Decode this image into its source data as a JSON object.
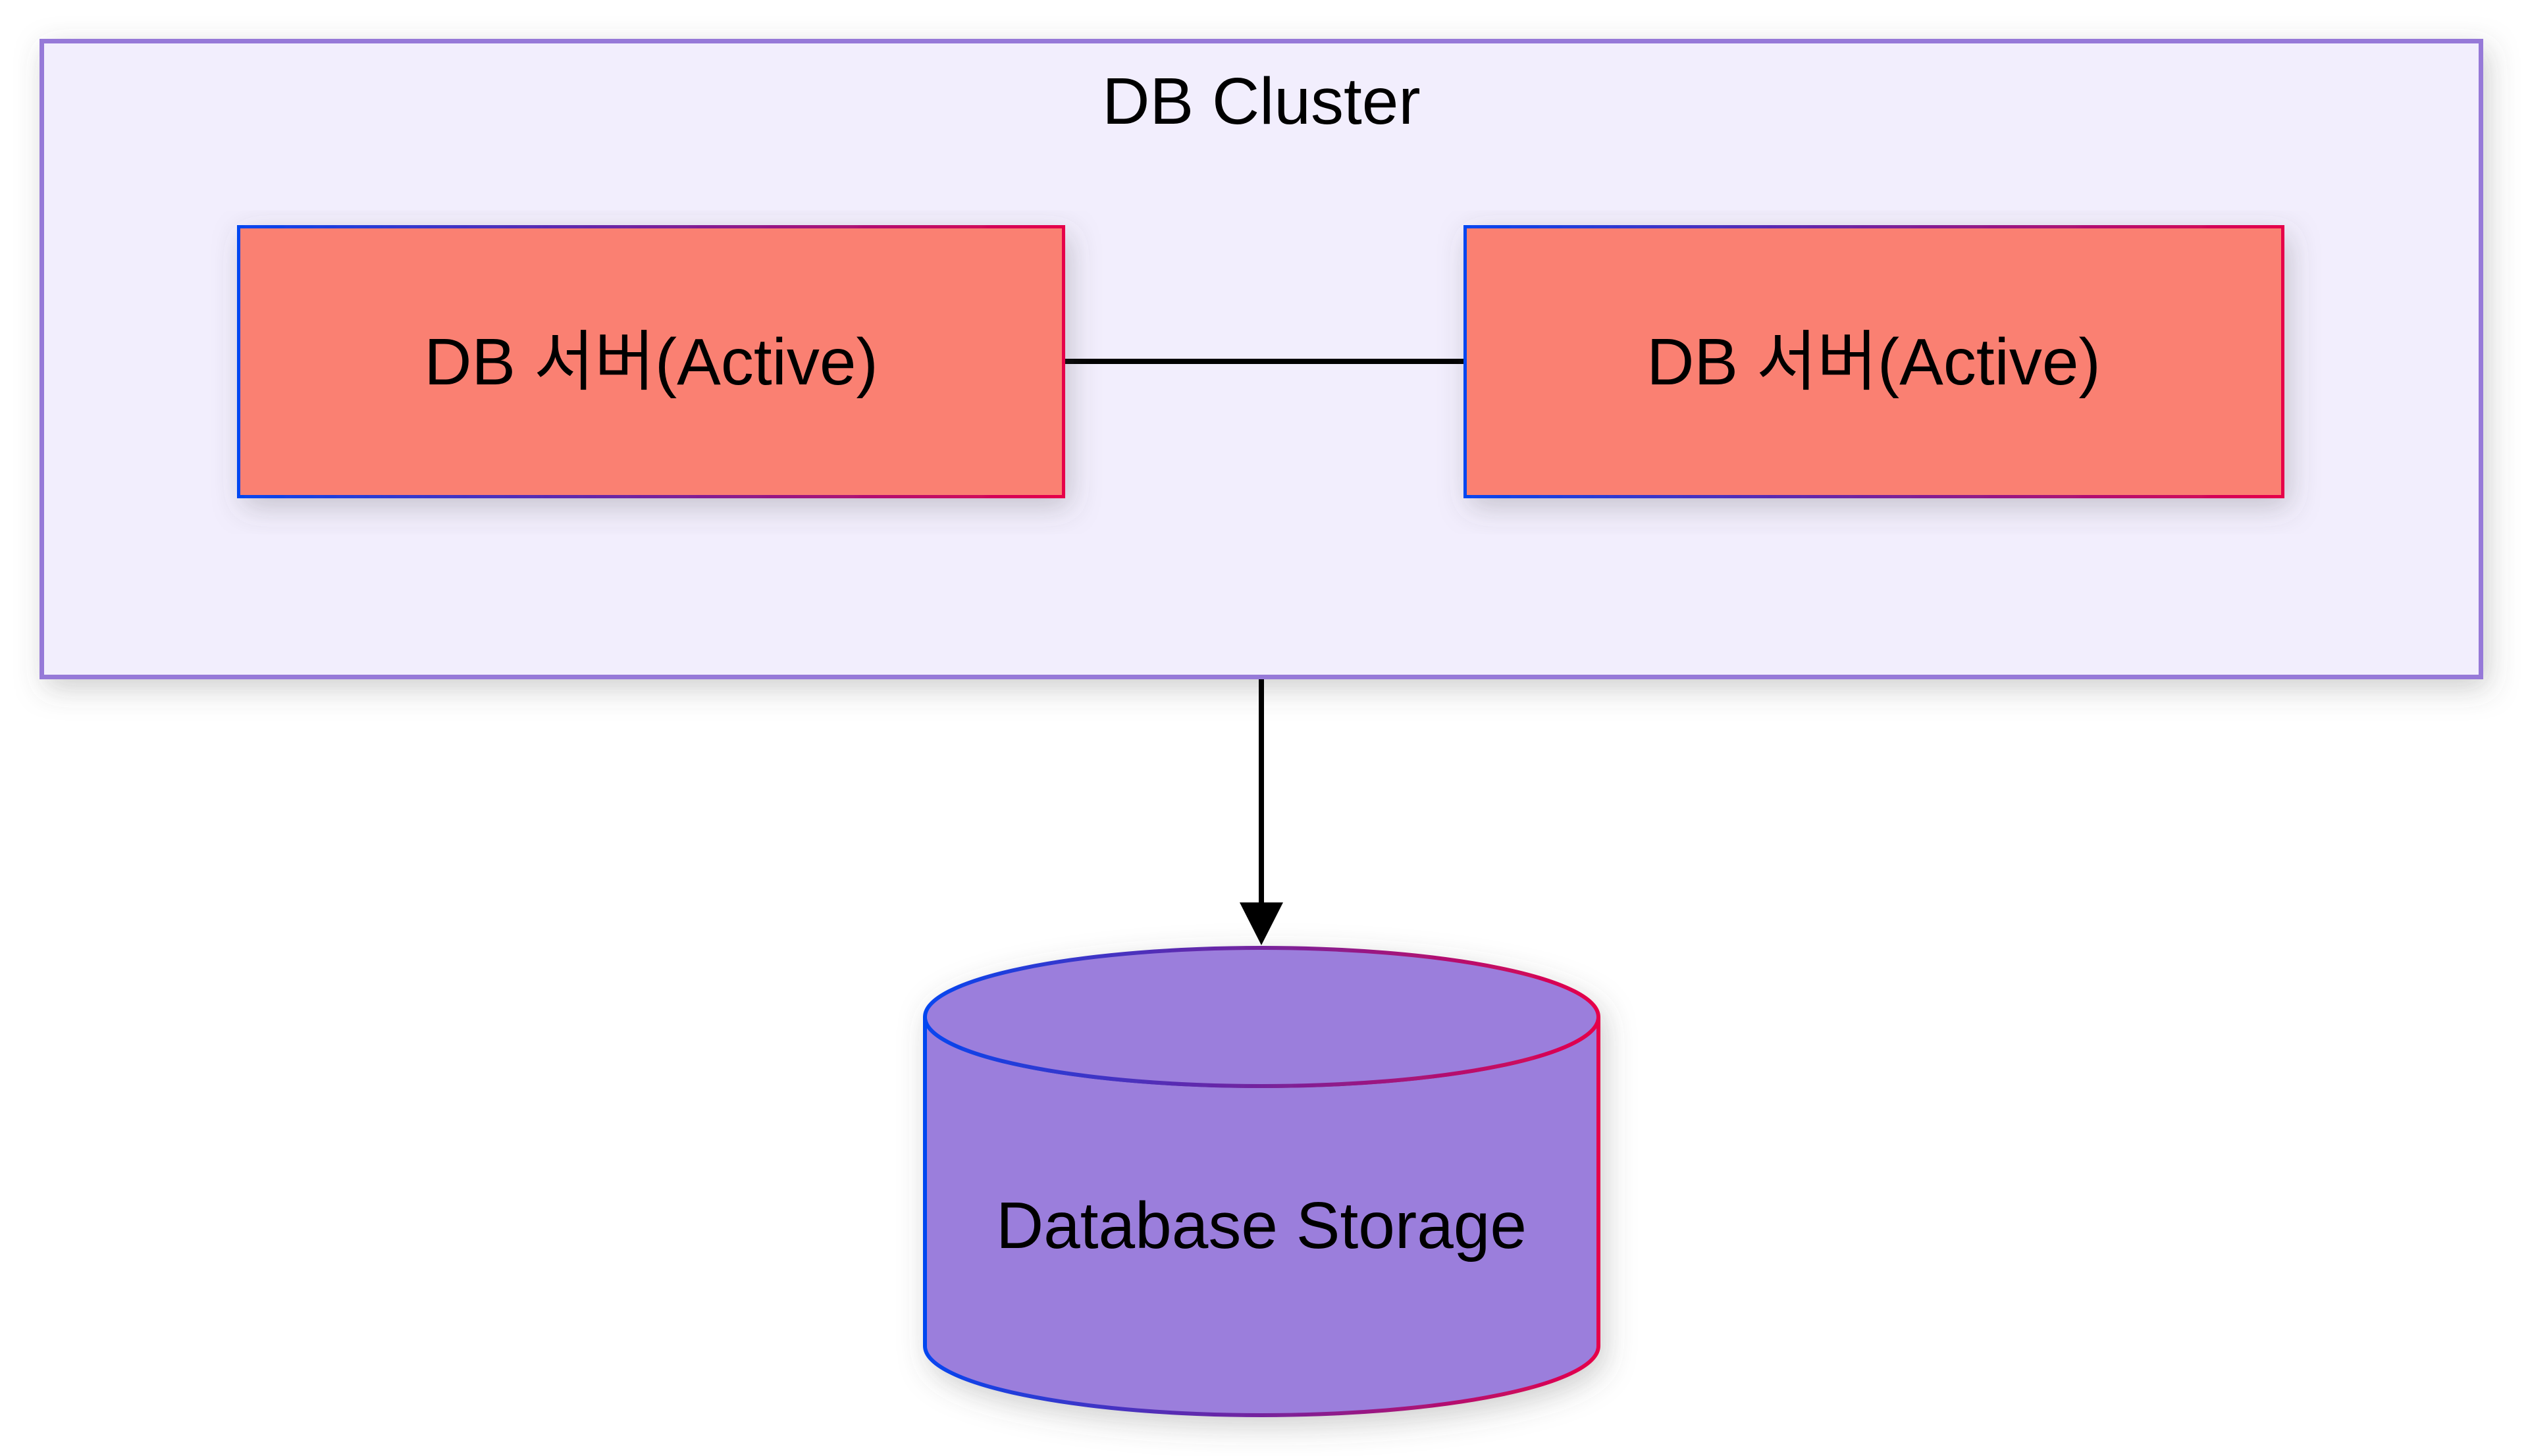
{
  "cluster": {
    "label": "DB Cluster"
  },
  "nodes": [
    {
      "id": "db-server-1",
      "label": "DB 서버(Active)",
      "shape": "rectangle"
    },
    {
      "id": "db-server-2",
      "label": "DB 서버(Active)",
      "shape": "rectangle"
    },
    {
      "id": "database-storage",
      "label": "Database Storage",
      "shape": "cylinder"
    }
  ],
  "edges": [
    {
      "from": "db-server-1",
      "to": "db-server-2",
      "style": "plain-line",
      "arrowhead": "none"
    },
    {
      "from": "db-cluster",
      "to": "database-storage",
      "style": "vertical-line",
      "arrowhead": "filled-triangle-down"
    }
  ],
  "colors": {
    "background": "#ffffff",
    "cluster_fill": "#f2eefd",
    "cluster_border": "#9679d8",
    "node_fill": "#fa8072",
    "cylinder_fill": "#9b7edc",
    "gradient_start": "#0546f0",
    "gradient_end": "#e6004a",
    "edge": "#000000",
    "text": "#000000"
  }
}
